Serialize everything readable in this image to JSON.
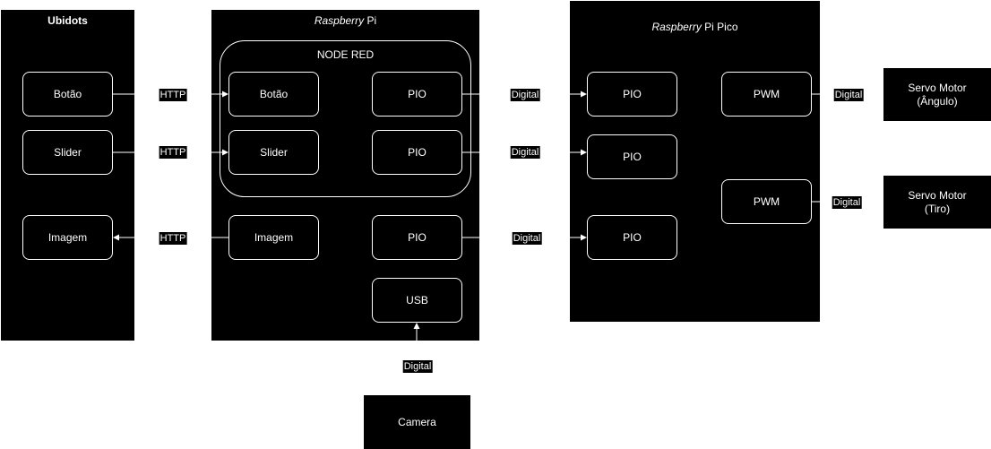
{
  "panels": {
    "ubidots": {
      "title": "Ubidots"
    },
    "raspberry_pi": {
      "title_italic": "Raspberry",
      "title_rest": " Pi"
    },
    "pico": {
      "title_italic": "Raspberry",
      "title_rest": " Pi Pico"
    }
  },
  "ubidots_nodes": {
    "botao": "Botão",
    "slider": "Slider",
    "imagem": "Imagem"
  },
  "node_red": {
    "title": "NODE RED",
    "botao": "Botão",
    "slider": "Slider",
    "pio_1": "PIO",
    "pio_2": "PIO"
  },
  "rpi_nodes": {
    "imagem": "Imagem",
    "pio_3": "PIO",
    "usb": "USB"
  },
  "pico_nodes": {
    "pio_1": "PIO",
    "pio_2": "PIO",
    "pio_3": "PIO",
    "pwm_1": "PWM",
    "pwm_2": "PWM"
  },
  "devices": {
    "servo_angle": {
      "line1": "Servo Motor",
      "line2": "(Ângulo)"
    },
    "servo_shot": {
      "line1": "Servo Motor",
      "line2": "(Tiro)"
    },
    "camera": "Camera"
  },
  "connections": {
    "http_1": "HTTP",
    "http_2": "HTTP",
    "http_3": "HTTP",
    "digital_1": "Digital",
    "digital_2": "Digital",
    "digital_3": "Digital",
    "digital_4": "Digital",
    "digital_5": "Digital",
    "digital_6": "Digital"
  },
  "colors": {
    "background": "#ffffff",
    "panel": "#000000",
    "line": "#ffffff"
  }
}
